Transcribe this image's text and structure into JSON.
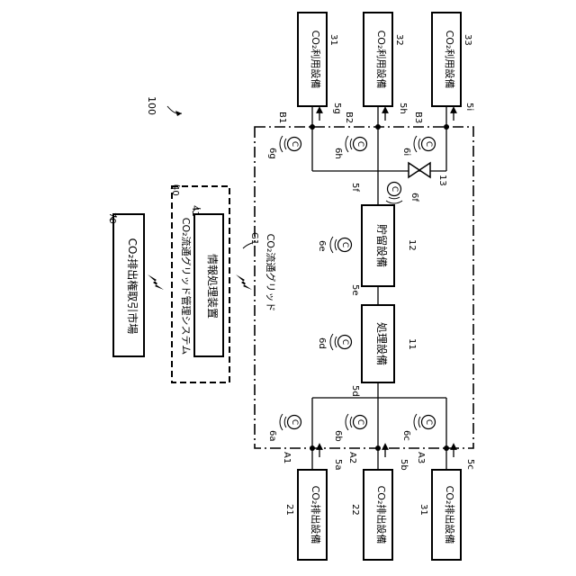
{
  "figure_number": "100",
  "grid": {
    "label": "CO₂流通グリッド",
    "ref": "G1"
  },
  "market": {
    "label": "CO₂排出権取引市場",
    "ref": "70"
  },
  "management_system": {
    "label": "CO₂流通グリッド管理システム",
    "ref": "40"
  },
  "info_device": {
    "label": "情報処理装置",
    "ref": "41"
  },
  "processing": {
    "label": "処理設備",
    "ref": "11"
  },
  "storage": {
    "label": "貯留設備",
    "ref": "12"
  },
  "valve": {
    "ref": "13"
  },
  "sensor_symbol": "C",
  "emitters": [
    {
      "label": "CO₂排出設備",
      "ref": "21",
      "point": "A1",
      "pipe": "5a",
      "sensor": "6a"
    },
    {
      "label": "CO₂排出設備",
      "ref": "22",
      "point": "A2",
      "pipe": "5b",
      "sensor": "6b"
    },
    {
      "label": "CO₂排出設備",
      "ref": "31",
      "point": "A3",
      "pipe": "5c",
      "sensor": "6c"
    }
  ],
  "users": [
    {
      "label": "CO₂利用設備",
      "ref": "31",
      "point": "B1",
      "pipe": "5g",
      "sensor": "6g"
    },
    {
      "label": "CO₂利用設備",
      "ref": "32",
      "point": "B2",
      "pipe": "5h",
      "sensor": "6h"
    },
    {
      "label": "CO₂利用設備",
      "ref": "33",
      "point": "B3",
      "pipe": "5i",
      "sensor": "6i"
    }
  ],
  "inline_pipes": [
    "5d",
    "5e",
    "5f"
  ],
  "inline_sensors": [
    "6d",
    "6e",
    "6f"
  ]
}
